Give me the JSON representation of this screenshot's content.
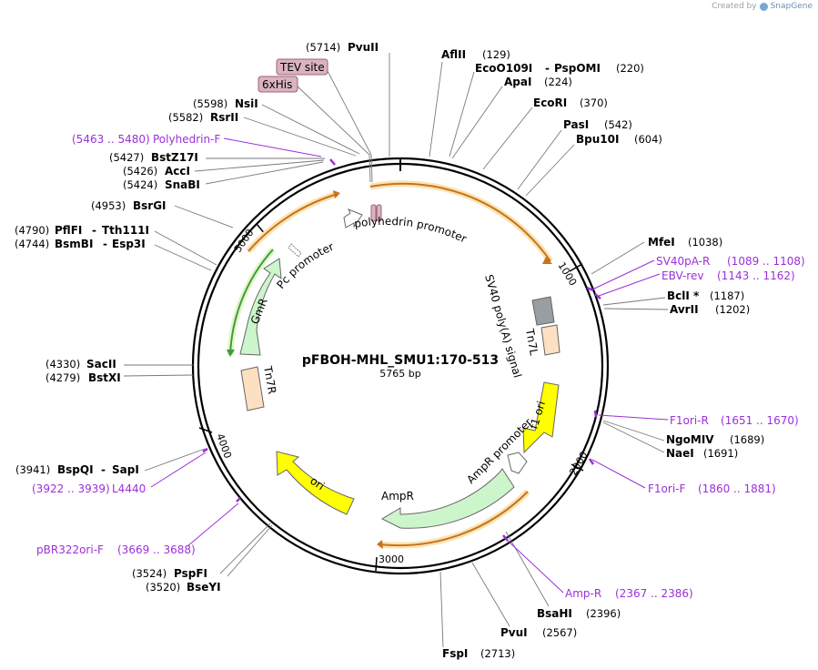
{
  "credit": {
    "prefix": "Created by",
    "brand": "SnapGene"
  },
  "plasmid": {
    "name": "pFBOH-MHL_SMU1:170-513",
    "length_label": "5765 bp",
    "length": 5765
  },
  "ticks": [
    {
      "pos": 1000,
      "label": "1000"
    },
    {
      "pos": 2000,
      "label": "2000"
    },
    {
      "pos": 3000,
      "label": "3000"
    },
    {
      "pos": 4000,
      "label": "4000"
    },
    {
      "pos": 5000,
      "label": "5000"
    }
  ],
  "sites": [
    {
      "name": "PvuII",
      "pos_label": "(5714)",
      "pos": 5714
    },
    {
      "name": "AflII",
      "pos_label": "(129)",
      "pos": 129
    },
    {
      "name": "EcoO109I",
      "name2": "PspOMI",
      "pos_label": "(220)",
      "pos": 220
    },
    {
      "name": "ApaI",
      "pos_label": "(224)",
      "pos": 224
    },
    {
      "name": "EcoRI",
      "pos_label": "(370)",
      "pos": 370
    },
    {
      "name": "PasI",
      "pos_label": "(542)",
      "pos": 542
    },
    {
      "name": "Bpu10I",
      "pos_label": "(604)",
      "pos": 604
    },
    {
      "name": "MfeI",
      "pos_label": "(1038)",
      "pos": 1038
    },
    {
      "name": "BclI *",
      "pos_label": "(1187)",
      "pos": 1187
    },
    {
      "name": "AvrII",
      "pos_label": "(1202)",
      "pos": 1202
    },
    {
      "name": "NgoMIV",
      "pos_label": "(1689)",
      "pos": 1689
    },
    {
      "name": "NaeI",
      "pos_label": "(1691)",
      "pos": 1691
    },
    {
      "name": "BsaHI",
      "pos_label": "(2396)",
      "pos": 2396
    },
    {
      "name": "PvuI",
      "pos_label": "(2567)",
      "pos": 2567
    },
    {
      "name": "FspI",
      "pos_label": "(2713)",
      "pos": 2713
    },
    {
      "name": "PspFI",
      "pos_label": "(3524)",
      "pos": 3524
    },
    {
      "name": "BseYI",
      "pos_label": "(3520)",
      "pos": 3520
    },
    {
      "name": "BspQI",
      "name2": "SapI",
      "pos_label": "(3941)",
      "pos": 3941
    },
    {
      "name": "BstXI",
      "pos_label": "(4279)",
      "pos": 4279
    },
    {
      "name": "SacII",
      "pos_label": "(4330)",
      "pos": 4330
    },
    {
      "name": "BsmBI",
      "name2": "Esp3I",
      "pos_label": "(4744)",
      "pos": 4744
    },
    {
      "name": "PflFI",
      "name2": "Tth111I",
      "pos_label": "(4790)",
      "pos": 4790
    },
    {
      "name": "BsrGI",
      "pos_label": "(4953)",
      "pos": 4953
    },
    {
      "name": "SnaBI",
      "pos_label": "(5424)",
      "pos": 5424
    },
    {
      "name": "AccI",
      "pos_label": "(5426)",
      "pos": 5426
    },
    {
      "name": "BstZ17I",
      "pos_label": "(5427)",
      "pos": 5427
    },
    {
      "name": "RsrII",
      "pos_label": "(5582)",
      "pos": 5582
    },
    {
      "name": "NsiI",
      "pos_label": "(5598)",
      "pos": 5598
    }
  ],
  "primers": [
    {
      "name": "SV40pA-R",
      "range": "(1089 .. 1108)"
    },
    {
      "name": "EBV-rev",
      "range": "(1143 .. 1162)"
    },
    {
      "name": "F1ori-R",
      "range": "(1651 .. 1670)"
    },
    {
      "name": "F1ori-F",
      "range": "(1860 .. 1881)"
    },
    {
      "name": "Amp-R",
      "range": "(2367 .. 2386)"
    },
    {
      "name": "pBR322ori-F",
      "range": "(3669 .. 3688)"
    },
    {
      "name": "L4440",
      "range": "(3922 .. 3939)"
    },
    {
      "name": "Polyhedrin-F",
      "range": "(5463 .. 5480)"
    }
  ],
  "tags": [
    {
      "name": "TEV site"
    },
    {
      "name": "6xHis"
    }
  ],
  "features": [
    {
      "name": "polyhedrin promoter"
    },
    {
      "name": "Pc promoter"
    },
    {
      "name": "GmR"
    },
    {
      "name": "SV40 poly(A) signal"
    },
    {
      "name": "Tn7L"
    },
    {
      "name": "f1 ori"
    },
    {
      "name": "AmpR promoter"
    },
    {
      "name": "AmpR"
    },
    {
      "name": "ori"
    },
    {
      "name": "Tn7R"
    }
  ],
  "colors": {
    "backbone": "#000000",
    "site_line": "#7a7a7a",
    "primer": "#9b30d8",
    "tag_fill": "#d9b3c1",
    "tag_border": "#a0607a",
    "orf_arrow": "#c8731c",
    "orf_glow": "#fbe3b3",
    "gmr": "#ccf5cc",
    "ampr": "#ccf5cc",
    "ori_yellow": "#ffff00",
    "tn7": "#fde0c2",
    "sv40": "#999ea3",
    "promoter": "#ffffff"
  }
}
